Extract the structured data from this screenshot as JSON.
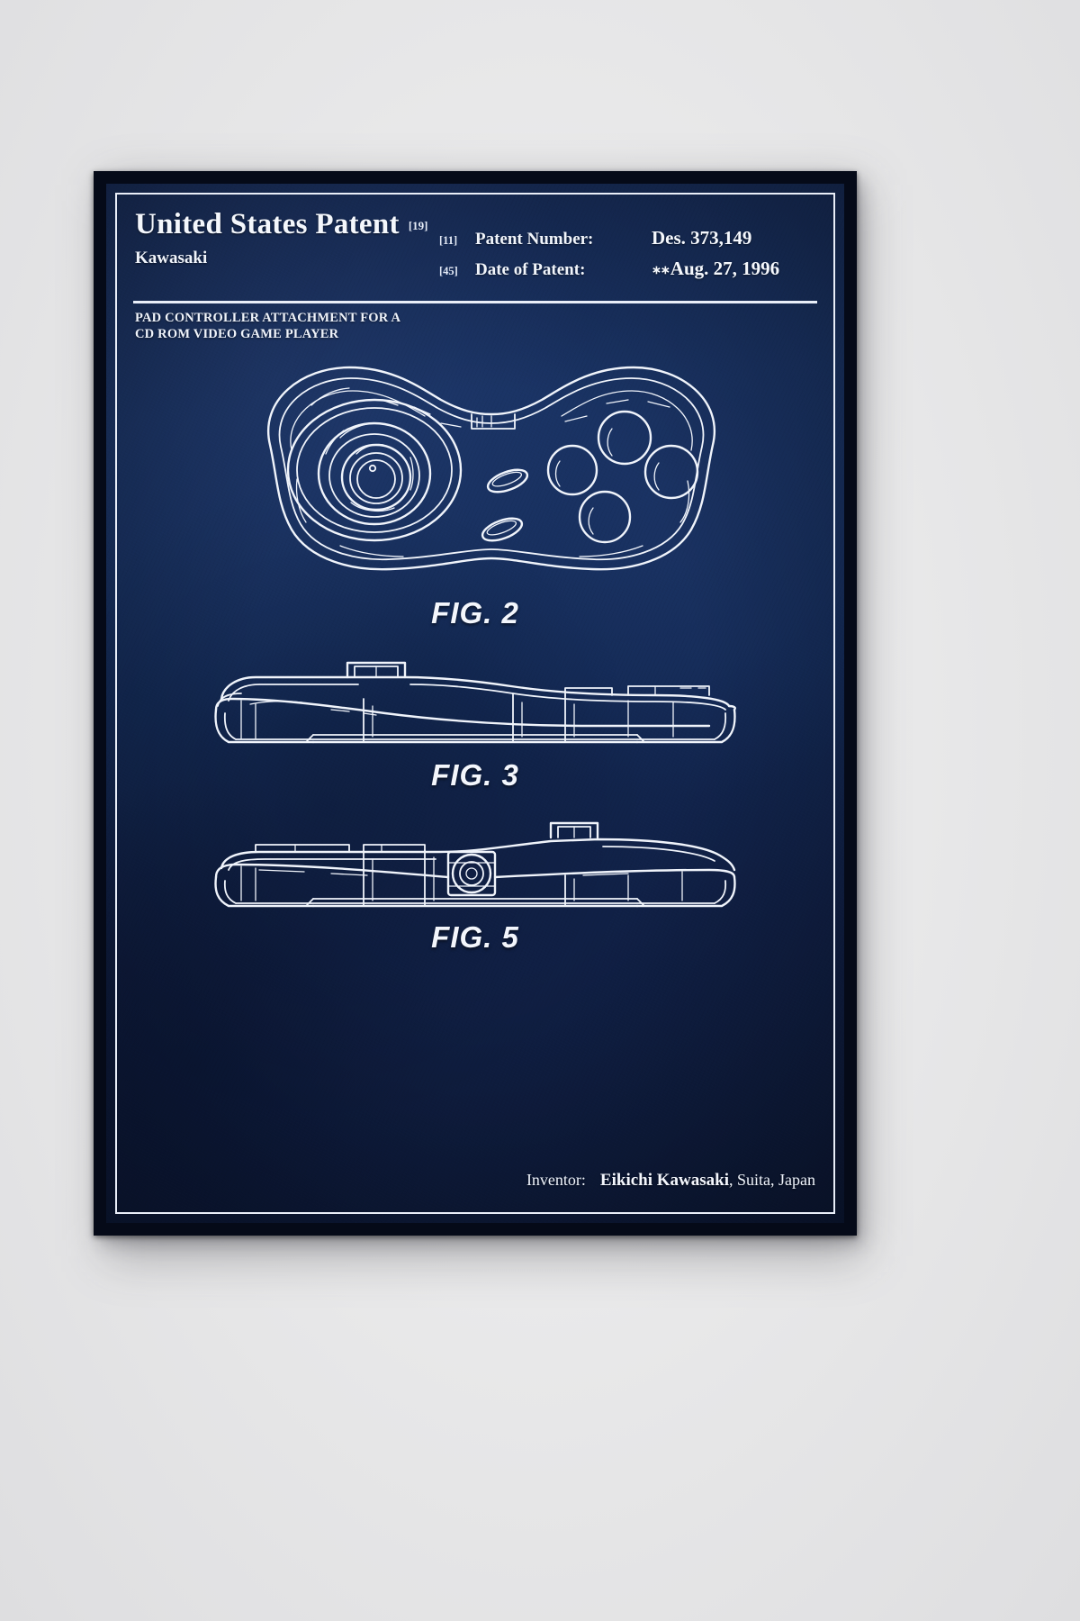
{
  "poster": {
    "background_color": "#132a56",
    "ink_color": "#f0f4fb",
    "surface_color": "#ececed"
  },
  "header": {
    "office_title": "United States Patent",
    "office_tag": "[19]",
    "surname": "Kawasaki",
    "number_tag": "[11]",
    "number_label": "Patent Number:",
    "number_value": "Des. 373,149",
    "date_tag": "[45]",
    "date_label": "Date of Patent:",
    "date_stars": "∗∗",
    "date_value": "Aug. 27, 1996",
    "title_line_1": "PAD CONTROLLER ATTACHMENT FOR A",
    "title_line_2": "CD ROM VIDEO GAME PLAYER"
  },
  "figures": [
    {
      "id": "fig-2",
      "label": "FIG. 2",
      "view": "top plan view of pad controller",
      "features": [
        "directional thumb pad with concentric rings",
        "four round action buttons",
        "two small oval buttons",
        "center top connector tab"
      ]
    },
    {
      "id": "fig-3",
      "label": "FIG. 3",
      "view": "front elevational view",
      "features": [
        "raised center tab",
        "side shoulder ledges"
      ]
    },
    {
      "id": "fig-5",
      "label": "FIG. 5",
      "view": "rear elevational view",
      "features": [
        "raised center tab",
        "circular port in center"
      ]
    }
  ],
  "footer": {
    "inventor_label": "Inventor:",
    "inventor_name": "Eikichi Kawasaki",
    "inventor_location": ", Suita, Japan"
  }
}
